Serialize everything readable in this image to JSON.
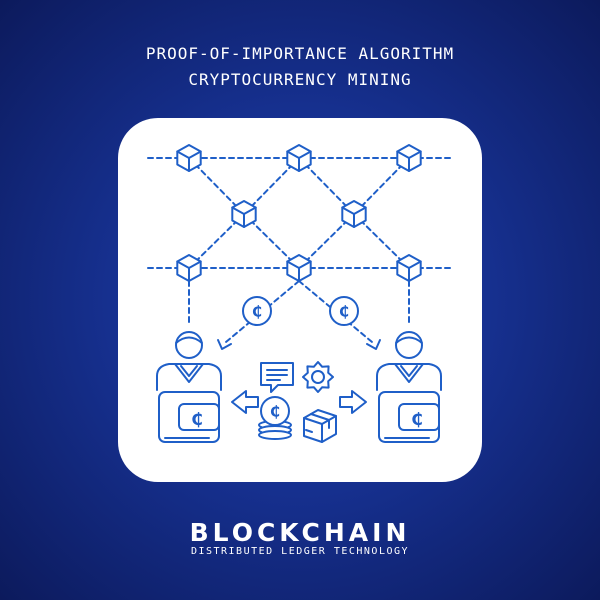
{
  "header": {
    "title_line1": "PROOF-OF-IMPORTANCE ALGORITHM",
    "title_line2": "CRYPTOCURRENCY MINING"
  },
  "footer": {
    "brand": "BLOCKCHAIN",
    "subtitle": "DISTRIBUTED LEDGER TECHNOLOGY"
  },
  "icon": {
    "stroke_color": "#1f5fc8",
    "background": "#ffffff",
    "coin_symbol": "₵",
    "parts": [
      "block-network",
      "coins",
      "miners",
      "wallets",
      "chat",
      "gear",
      "coin-stack",
      "package"
    ]
  },
  "colors": {
    "background_center": "#1c3fa8",
    "background_edge": "#0c1a5c",
    "text": "#ffffff"
  }
}
